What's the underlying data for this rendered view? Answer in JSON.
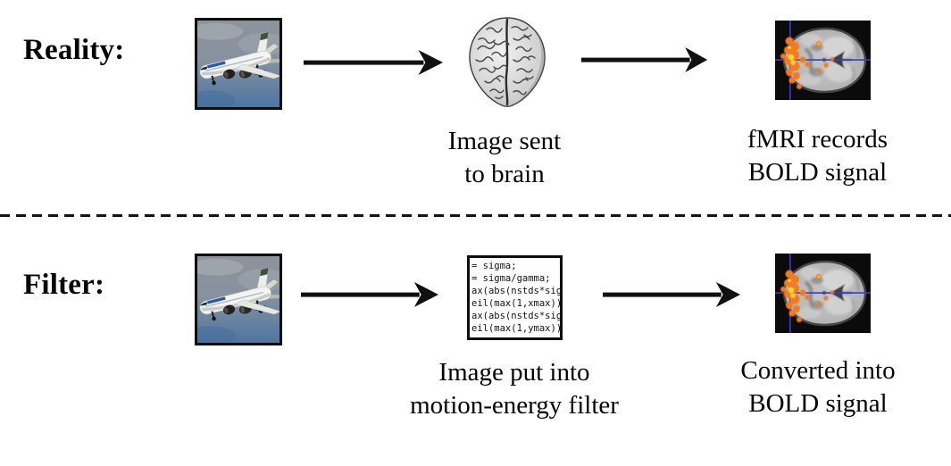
{
  "figure": {
    "reality_row": {
      "label": "Reality:",
      "stimulus_icon": "airplane-photo",
      "arrow_icon": "right-arrow",
      "brain_icon": "brain-top-view",
      "fmri_icon": "fmri-bold-activation-map",
      "brain_caption": [
        "Image sent",
        "to brain"
      ],
      "fmri_caption": [
        "fMRI records",
        "BOLD signal"
      ]
    },
    "filter_row": {
      "label": "Filter:",
      "stimulus_icon": "airplane-photo",
      "arrow_icon": "right-arrow",
      "code_icon": "matlab-code-snippet",
      "fmri_icon": "fmri-bold-activation-map",
      "code_lines": [
        "= sigma;",
        "= sigma/gamma;",
        "ax(abs(nstds*sig",
        "eil(max(1,xmax))",
        "ax(abs(nstds*sig",
        "eil(max(1,ymax))"
      ],
      "filter_caption": [
        "Image put into",
        "motion-energy filter"
      ],
      "fmri_caption": [
        "Converted into",
        "BOLD signal"
      ]
    },
    "colors": {
      "text": "#050505",
      "arrow": "#111111",
      "activation_orange": "#F57A1A",
      "activation_yellow": "#FFD83A",
      "crosshair_blue": "#3C3CCF",
      "sky_blue": "#4E75A2"
    }
  }
}
